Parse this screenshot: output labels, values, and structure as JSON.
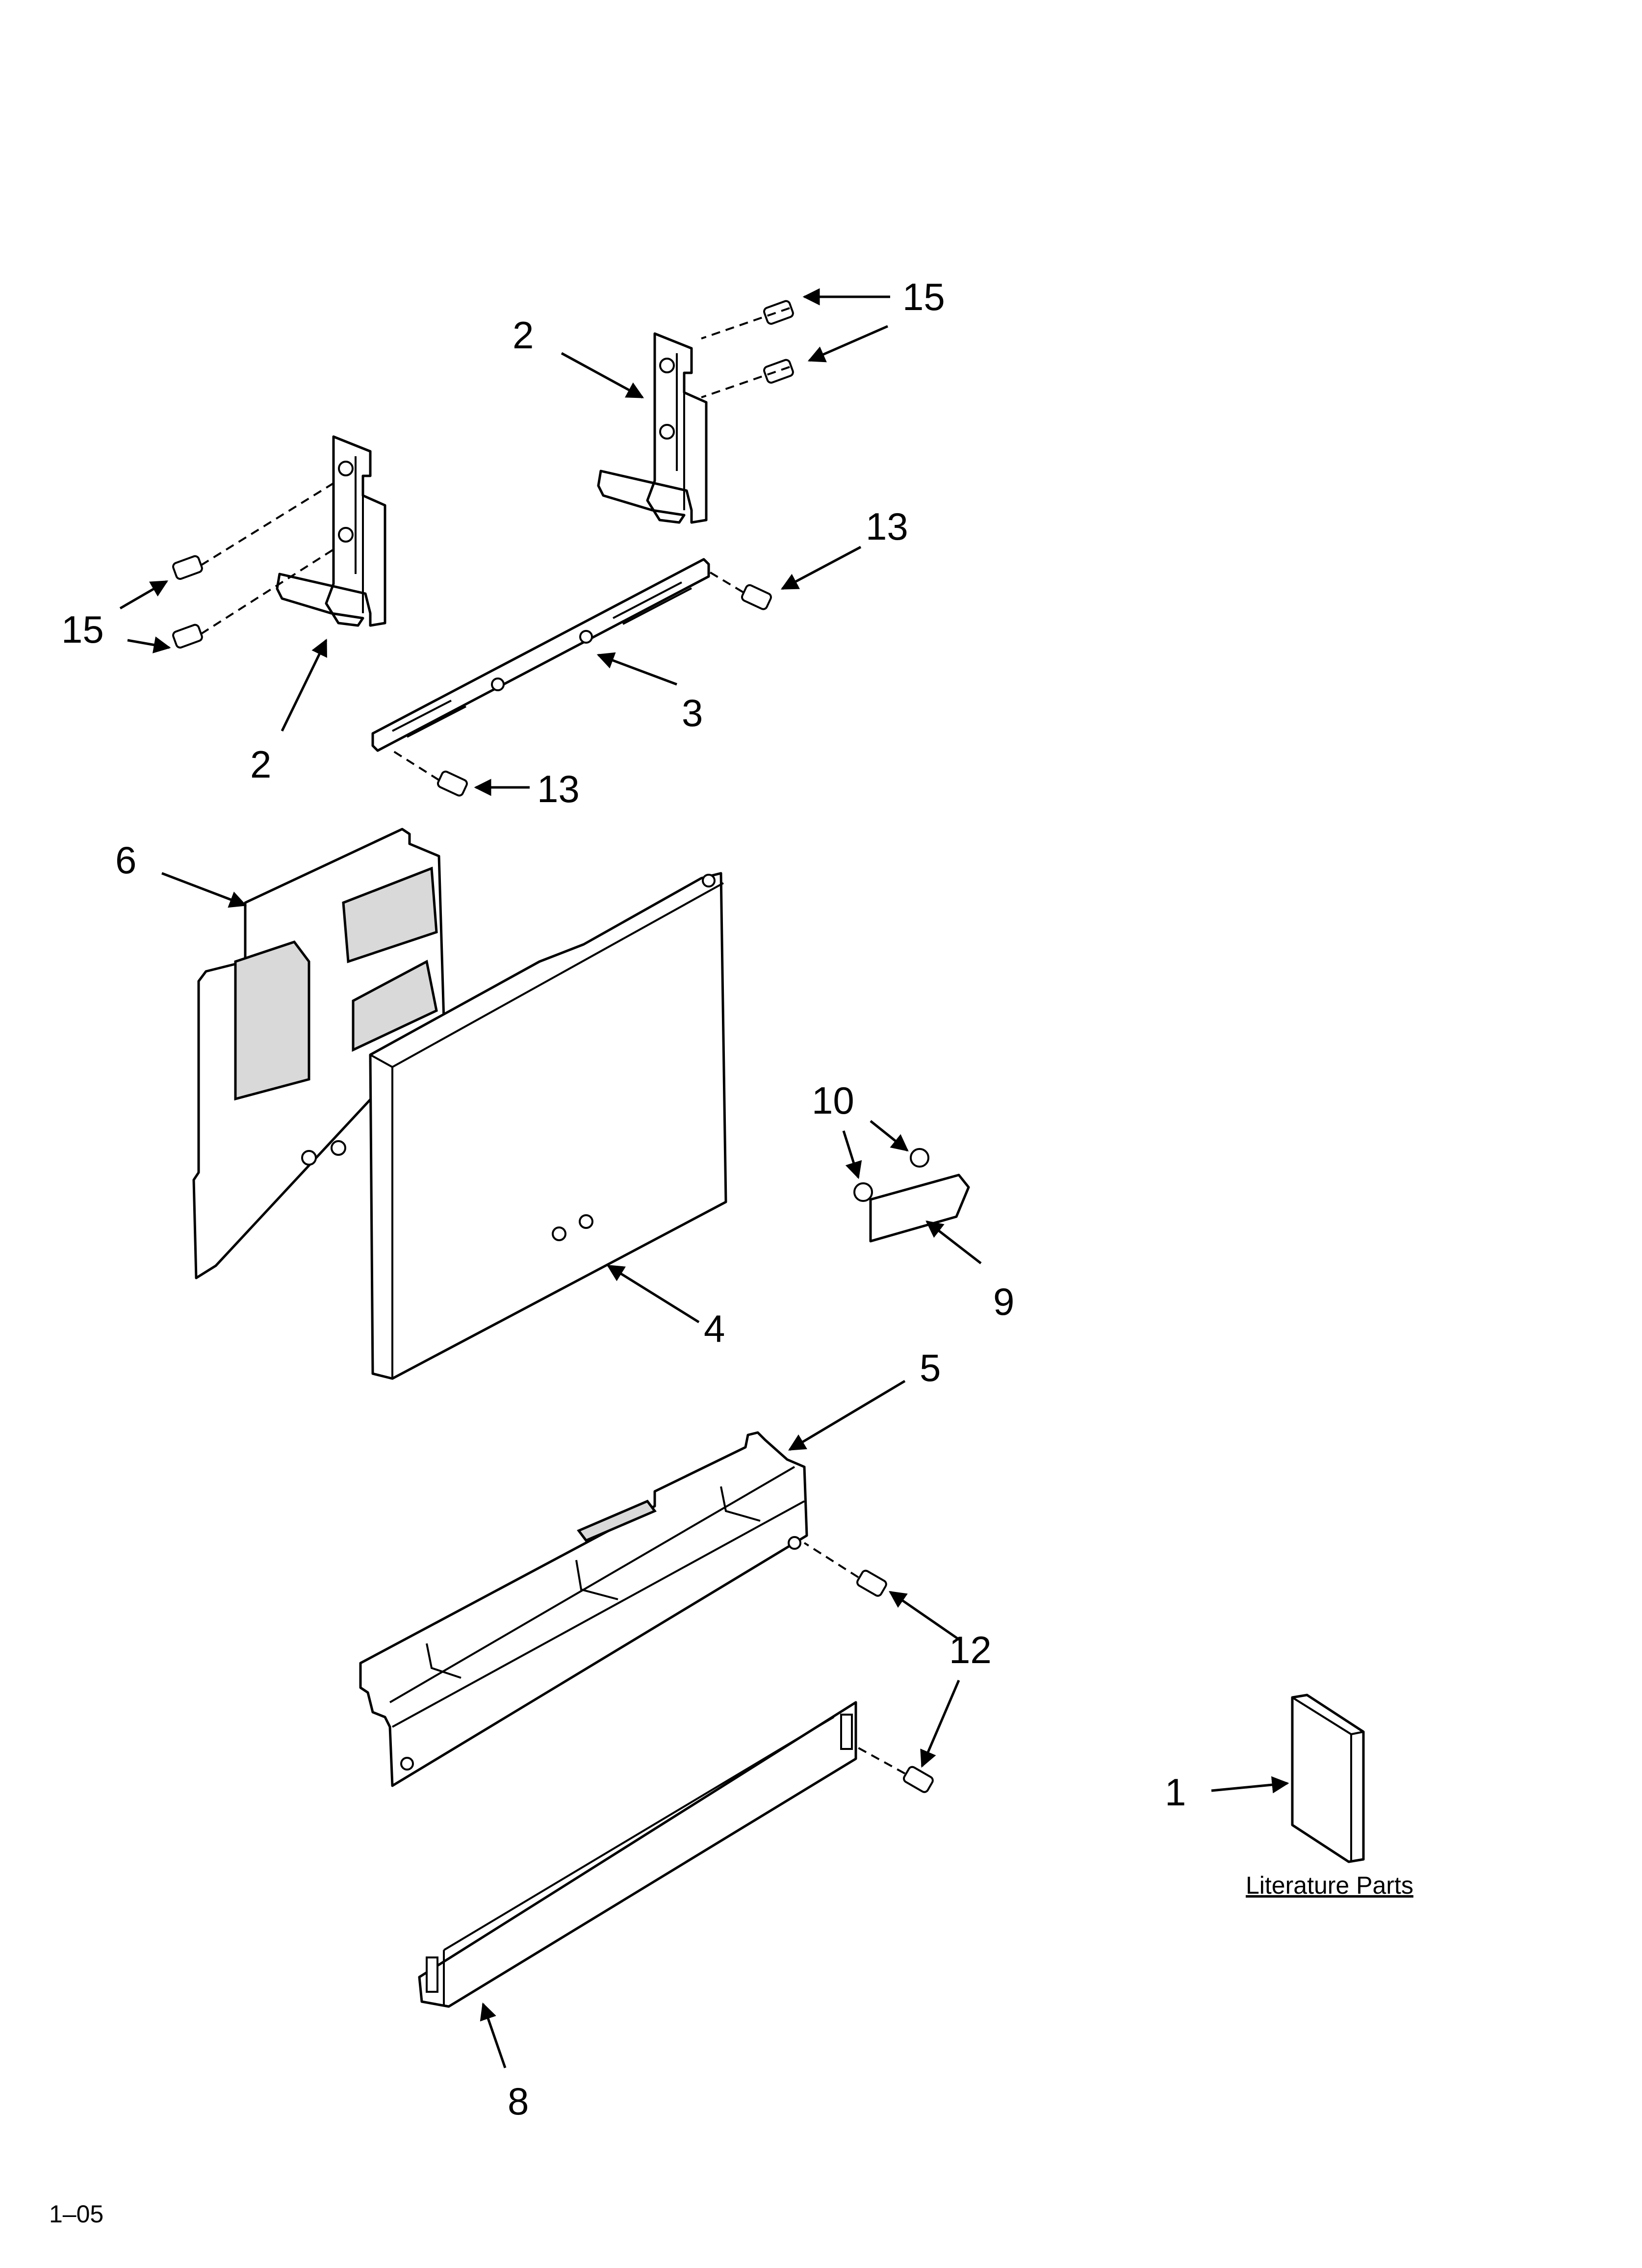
{
  "diagram": {
    "callouts": {
      "c15_top": "15",
      "c2_top": "2",
      "c13_top": "13",
      "c15_left": "15",
      "c2_bottom": "2",
      "c3": "3",
      "c13_bottom": "13",
      "c6": "6",
      "c10": "10",
      "c4": "4",
      "c9": "9",
      "c5": "5",
      "c12": "12",
      "c1": "1",
      "c8": "8"
    },
    "literature_label": "Literature Parts",
    "footer_code": "1–05"
  }
}
